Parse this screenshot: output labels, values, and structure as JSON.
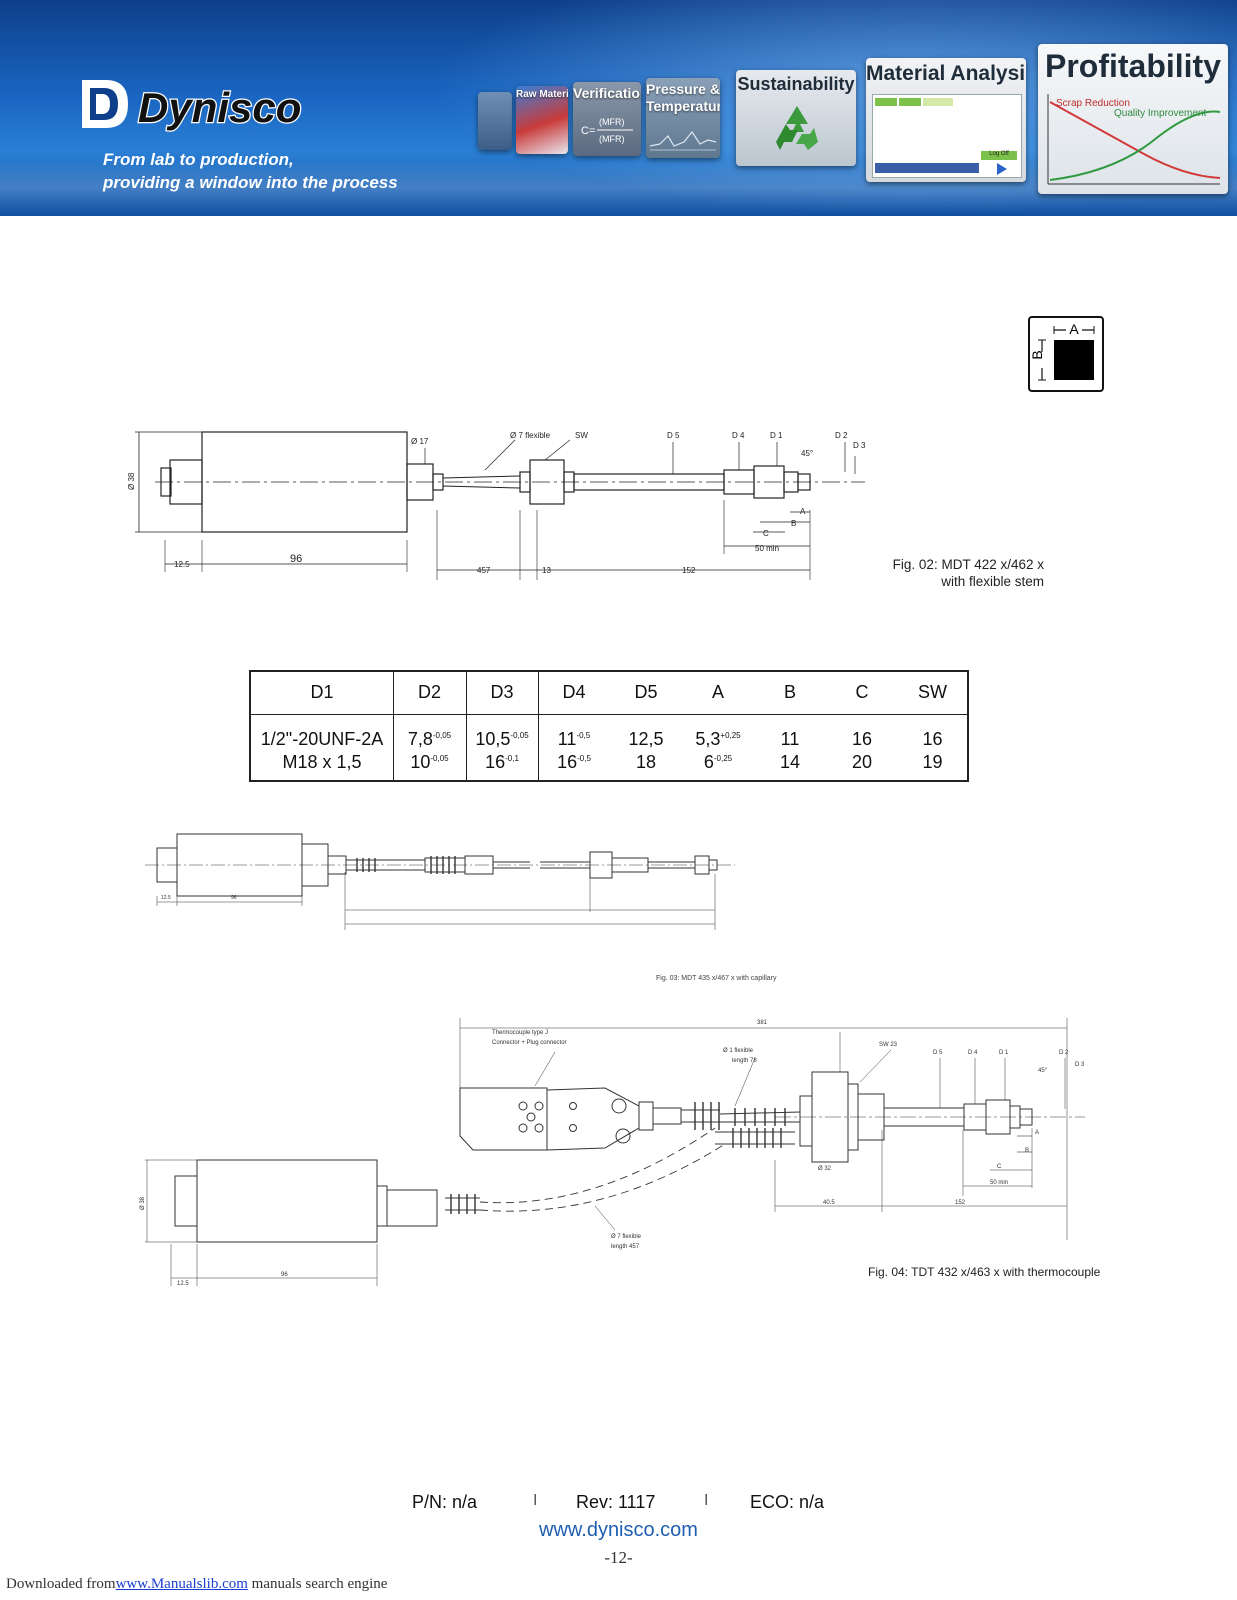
{
  "header": {
    "logo_text": "Dynisco",
    "tagline_line1": "From lab to production,",
    "tagline_line2": "providing a window into the process",
    "tiles": {
      "raw_materials": "Raw Materials",
      "verification": "Verification",
      "pressure_line1": "Pressure &",
      "pressure_line2": "Temperature",
      "sustainability": "Sustainability",
      "material_analysis": "Material Analysis",
      "profitability": "Profitability",
      "scrap_reduction": "Scrap Reduction",
      "quality_improvement": "Quality Improvement",
      "log_off": "Log Off"
    }
  },
  "symbol": {
    "a": "A",
    "b": "B"
  },
  "fig2": {
    "caption_line1": "Fig. 02: MDT 422 x/462 x",
    "caption_line2": "with flexible stem",
    "labels": {
      "d38": "Ø 38",
      "d17": "Ø 17",
      "d7": "Ø 7 flexible",
      "sw": "SW",
      "d5": "D 5",
      "d4": "D 4",
      "d1": "D 1",
      "d2": "D 2",
      "d3": "D 3",
      "a45": "45°",
      "a": "A",
      "b": "B",
      "c": "C",
      "min50": "50 min",
      "l125": "12.5",
      "l96": "96",
      "l457": "457",
      "l13": "13",
      "l152": "152"
    }
  },
  "table": {
    "headers": [
      "D1",
      "D2",
      "D3",
      "D4",
      "D5",
      "A",
      "B",
      "C",
      "SW"
    ],
    "row1": {
      "d1": "1/2\"-20UNF-2A",
      "d2": "7,8",
      "d2s": "-0,05",
      "d3": "10,5",
      "d3s": "-0,05",
      "d4": "11",
      "d4s": "-0,5",
      "d5": "12,5",
      "a": "5,3",
      "as": "+0,25",
      "b": "11",
      "c": "16",
      "sw": "16"
    },
    "row2": {
      "d1": "M18 x 1,5",
      "d2": "10",
      "d2s": "-0,05",
      "d3": "16",
      "d3s": "-0,1",
      "d4": "16",
      "d4s": "-0,5",
      "d5": "18",
      "a": "6",
      "as": "-0,25",
      "b": "14",
      "c": "20",
      "sw": "19"
    }
  },
  "fig3": {
    "caption": "Fig. 03: MDT 435 x/467 x with capillary",
    "labels": {
      "l96": "96",
      "l125": "12.5"
    }
  },
  "fig4": {
    "caption": "Fig. 04: TDT 432 x/463 x with thermocouple",
    "labels": {
      "l381": "381",
      "tc1": "Thermocouple type J",
      "tc2": "Connector + Plug connector",
      "flex1": "Ø 1 flexible",
      "flex1b": "length 78",
      "sw23": "SW 23",
      "d5": "D 5",
      "d4": "D 4",
      "d1": "D 1",
      "d2": "D 2",
      "d3": "D 3",
      "a45": "45°",
      "a": "A",
      "b": "B",
      "c": "C",
      "min50": "50 min",
      "d32": "Ø 32",
      "l405": "40.5",
      "l152": "152",
      "flex7": "Ø 7 flexible",
      "flex7b": "length 457",
      "d38": "Ø 38",
      "l125": "12.5",
      "l96": "96"
    }
  },
  "footer": {
    "pn": "P/N: n/a",
    "rev": "Rev: 1117",
    "eco": "ECO: n/a",
    "sep": "I",
    "website": "www.dynisco.com",
    "page": "-12-",
    "downloaded_prefix": "Downloaded from",
    "downloaded_link": "www.Manualslib.com",
    "downloaded_suffix": " manuals search engine"
  }
}
